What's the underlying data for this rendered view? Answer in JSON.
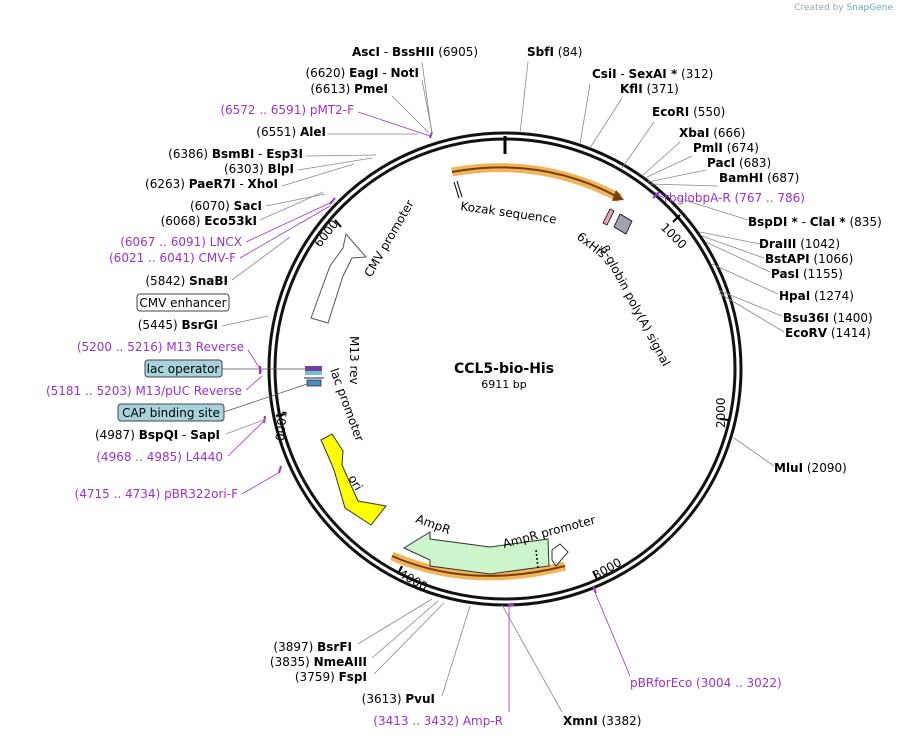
{
  "credit": {
    "prefix": "Created by",
    "brand": "SnapGene"
  },
  "plasmid": {
    "name": "CCL5-bio-His",
    "length": "6911 bp"
  },
  "ticks": [
    "1000",
    "2000",
    "3000",
    "4000",
    "5000",
    "6000"
  ],
  "features": {
    "kozak": "Kozak sequence",
    "sixhis": "6xHis",
    "globin": "β-globin poly(A) signal",
    "cmv_promoter": "CMV promoter",
    "m13rev": "M13 rev",
    "lac_promoter": "lac promoter",
    "ori": "ori",
    "ampr": "AmpR",
    "ampr_promoter": "AmpR promoter"
  },
  "boxed": {
    "cmv_enhancer": "CMV enhancer",
    "lac_operator": "lac operator",
    "cap_site": "CAP binding site"
  },
  "sites": [
    {
      "pos": "(6905)",
      "name": "AscI",
      "sep": "-",
      "name2": "BssHII"
    },
    {
      "name": "SbfI",
      "pos": "(84)"
    },
    {
      "name": "CsiI",
      "sep": "-",
      "name2": "SexAI *",
      "pos": "(312)"
    },
    {
      "name": "KflI",
      "pos": "(371)"
    },
    {
      "name": "EcoRI",
      "pos": "(550)"
    },
    {
      "name": "XbaI",
      "pos": "(666)"
    },
    {
      "name": "PmlI",
      "pos": "(674)"
    },
    {
      "name": "PacI",
      "pos": "(683)"
    },
    {
      "name": "BamHI",
      "pos": "(687)"
    },
    {
      "name": "BspDI *",
      "sep": "-",
      "name2": "ClaI *",
      "pos": "(835)"
    },
    {
      "name": "DraIII",
      "pos": "(1042)"
    },
    {
      "name": "BstAPI",
      "pos": "(1066)"
    },
    {
      "name": "PasI",
      "pos": "(1155)"
    },
    {
      "name": "HpaI",
      "pos": "(1274)"
    },
    {
      "name": "Bsu36I",
      "pos": "(1400)"
    },
    {
      "name": "EcoRV",
      "pos": "(1414)"
    },
    {
      "name": "MluI",
      "pos": "(2090)"
    },
    {
      "name": "XmnI",
      "pos": "(3382)"
    },
    {
      "pos": "(3613)",
      "name": "PvuI"
    },
    {
      "pos": "(3759)",
      "name": "FspI"
    },
    {
      "pos": "(3835)",
      "name": "NmeAIII"
    },
    {
      "pos": "(3897)",
      "name": "BsrFI"
    },
    {
      "pos": "(4987)",
      "name": "BspQI",
      "sep": "-",
      "name2": "SapI"
    },
    {
      "pos": "(5445)",
      "name": "BsrGI"
    },
    {
      "pos": "(5842)",
      "name": "SnaBI"
    },
    {
      "pos": "(6068)",
      "name": "Eco53kI"
    },
    {
      "pos": "(6070)",
      "name": "SacI"
    },
    {
      "pos": "(6263)",
      "name": "PaeR7I",
      "sep": "-",
      "name2": "XhoI"
    },
    {
      "pos": "(6303)",
      "name": "BlpI"
    },
    {
      "pos": "(6386)",
      "name": "BsmBI",
      "sep": "-",
      "name2": "Esp3I"
    },
    {
      "pos": "(6551)",
      "name": "AleI"
    },
    {
      "pos": "(6613)",
      "name": "PmeI"
    },
    {
      "pos": "(6620)",
      "name": "EagI",
      "sep": "-",
      "name2": "NotI"
    }
  ],
  "primers": [
    {
      "pos": "(6572 .. 6591)",
      "name": "pMT2-F"
    },
    {
      "name": "rbglobpA-R",
      "pos": "(767 .. 786)"
    },
    {
      "pos": "(6067 .. 6091)",
      "name": "LNCX"
    },
    {
      "pos": "(6021 .. 6041)",
      "name": "CMV-F"
    },
    {
      "pos": "(5200 .. 5216)",
      "name": "M13 Reverse"
    },
    {
      "pos": "(5181 .. 5203)",
      "name": "M13/pUC Reverse"
    },
    {
      "pos": "(4968 .. 4985)",
      "name": "L4440"
    },
    {
      "pos": "(4715 .. 4734)",
      "name": "pBR322ori-F"
    },
    {
      "name": "pBRforEco",
      "pos": "(3004 .. 3022)"
    },
    {
      "pos": "(3413 .. 3432)",
      "name": "Amp-R"
    }
  ],
  "colors": {
    "primer": "#9b30d0",
    "ori": "#ffff00",
    "ampr": "#ccf5cc",
    "cmv": "#ffffff",
    "boxed_teal": "#a7d3dc",
    "highlight": "#f2b45a"
  }
}
